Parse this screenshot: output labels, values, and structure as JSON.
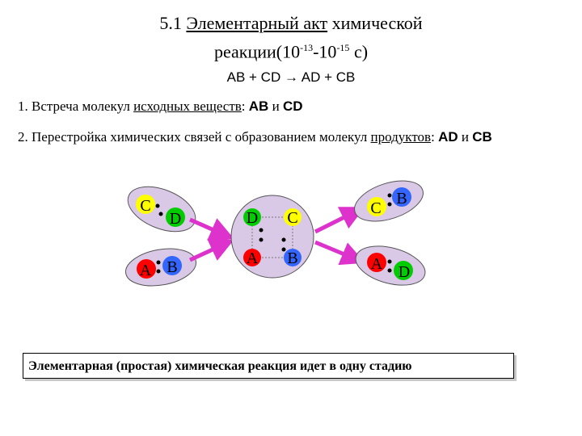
{
  "title": {
    "num": "5.1",
    "underlined": "Элементарный акт",
    "rest": "химической",
    "line2_word": "реакции",
    "line2_prefix": "(10",
    "exp1": "-13",
    "mid": "-10",
    "exp2": "-15",
    "suffix": " с)"
  },
  "equation": "AB + CD → AD + CB",
  "step1": {
    "prefix": "1. Встреча молекул ",
    "underlined": "исходных веществ",
    "sep": ": ",
    "a": "AB",
    "and": " и ",
    "b": "CD"
  },
  "step2": {
    "prefix": "2. Перестройка химических связей с образованием молекул ",
    "underlined": "продуктов",
    "sep": ": ",
    "a": "AD",
    "and": " и ",
    "b": "CB"
  },
  "atoms": {
    "C": "C",
    "D": "D",
    "A": "A",
    "B": "B"
  },
  "colors": {
    "C": "#ffff00",
    "D": "#00cc00",
    "A": "#ff0000",
    "B": "#3366ff",
    "arrow": "#dd33cc",
    "shell": "#d9c8e6",
    "shell_stroke": "#555555"
  },
  "conclusion": "Элементарная (простая) химическая реакция идет в одну стадию"
}
